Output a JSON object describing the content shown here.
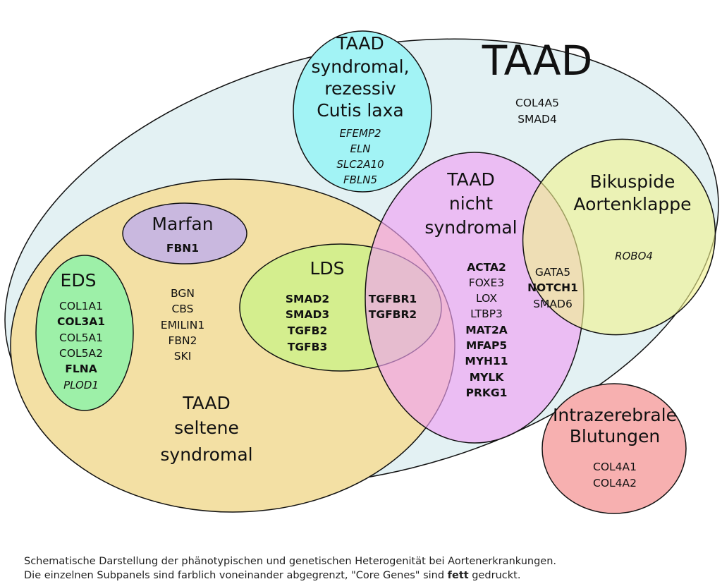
{
  "regions": {
    "taad": {
      "title": "TAAD",
      "genes": [
        "COL4A5",
        "SMAD4"
      ]
    },
    "taad_rezessiv": {
      "title": [
        "TAAD",
        "syndromal,",
        "rezessiv",
        "Cutis laxa"
      ],
      "genes": [
        "EFEMP2",
        "ELN",
        "SLC2A10",
        "FBLN5"
      ]
    },
    "taad_selten": {
      "title": [
        "TAAD",
        "seltene",
        "syndromal"
      ],
      "genes": [
        "BGN",
        "CBS",
        "EMILIN1",
        "FBN2",
        "SKI"
      ]
    },
    "marfan": {
      "title": "Marfan",
      "genes_core": [
        "FBN1"
      ]
    },
    "eds": {
      "title": "EDS",
      "genes": [
        {
          "name": "COL1A1",
          "core": false
        },
        {
          "name": "COL3A1",
          "core": true
        },
        {
          "name": "COL5A1",
          "core": false
        },
        {
          "name": "COL5A2",
          "core": false
        },
        {
          "name": "FLNA",
          "core": true
        },
        {
          "name": "PLOD1",
          "core": false,
          "italic": true
        }
      ]
    },
    "lds": {
      "title": "LDS",
      "genes_core": [
        "SMAD2",
        "SMAD3",
        "TGFB2",
        "TGFB3"
      ]
    },
    "lds_nicht_overlap": {
      "genes_core": [
        "TGFBR1",
        "TGFBR2"
      ]
    },
    "taad_nicht": {
      "title": [
        "TAAD",
        "nicht",
        "syndromal"
      ],
      "genes": [
        {
          "name": "ACTA2",
          "core": true
        },
        {
          "name": "FOXE3",
          "core": false
        },
        {
          "name": "LOX",
          "core": false
        },
        {
          "name": "LTBP3",
          "core": false
        },
        {
          "name": "MAT2A",
          "core": true
        },
        {
          "name": "MFAP5",
          "core": true
        },
        {
          "name": "MYH11",
          "core": true
        },
        {
          "name": "MYLK",
          "core": true
        },
        {
          "name": "PRKG1",
          "core": true
        }
      ]
    },
    "bikuspide_overlap": {
      "genes": [
        {
          "name": "GATA5",
          "core": false
        },
        {
          "name": "NOTCH1",
          "core": true
        },
        {
          "name": "SMAD6",
          "core": false
        }
      ]
    },
    "bikuspide": {
      "title": [
        "Bikuspide",
        "Aortenklappe"
      ],
      "genes": [
        "ROBO4"
      ]
    },
    "blutungen": {
      "title": [
        "Intrazerebrale",
        "Blutungen"
      ],
      "genes": [
        "COL4A1",
        "COL4A2"
      ]
    }
  },
  "colors": {
    "taad": "#e3f1f3",
    "rezessiv": "#a2f3f5",
    "selten": "#f3e0a4",
    "marfan": "#c9b8df",
    "eds": "#9df0a8",
    "lds": "#d4ee8e",
    "nicht": "#f0a2f3",
    "bikuspide": "#f0f28e",
    "blutungen": "#f7b0b0"
  },
  "caption": {
    "line1": "Schematische Darstellung der phänotypischen und genetischen Heterogenität bei Aortenerkrankungen.",
    "line2_a": "Die einzelnen Subpanels sind farblich voneinander abgegrenzt, \"Core Genes\" sind ",
    "line2_bold": "fett",
    "line2_b": " gedruckt."
  }
}
